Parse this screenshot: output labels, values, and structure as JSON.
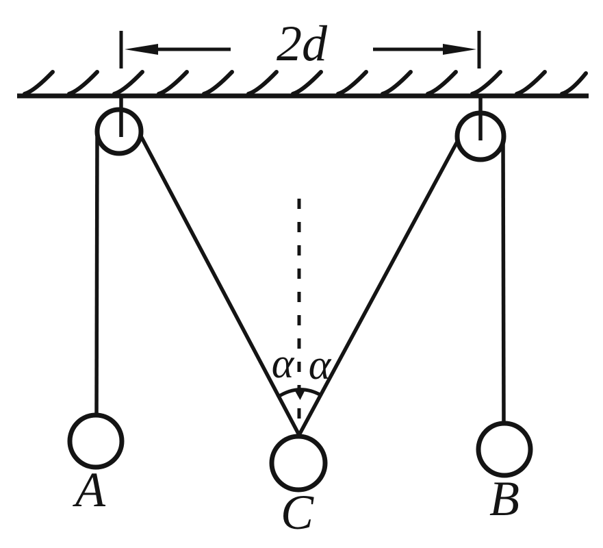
{
  "figure": {
    "background_color": "#ffffff",
    "ink_color": "#141414",
    "dimension": {
      "label": "2d"
    },
    "angles": {
      "left_label": "α",
      "right_label": "α"
    },
    "masses": {
      "left_label": "A",
      "middle_label": "C",
      "right_label": "B"
    }
  }
}
